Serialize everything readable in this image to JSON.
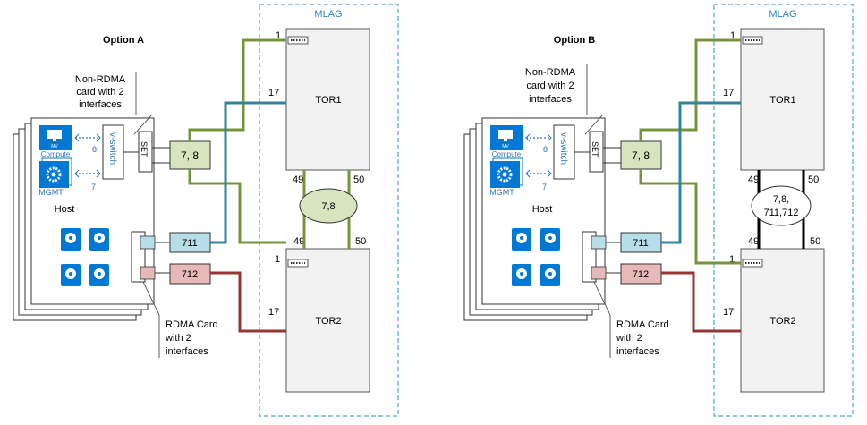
{
  "diagrams": [
    {
      "title": "Option A",
      "mlag_label": "MLAG",
      "tor1": "TOR1",
      "tor2": "TOR2",
      "tor1_ports": {
        "top": "1",
        "mid": "17",
        "bl": "49",
        "br": "50"
      },
      "tor2_ports": {
        "tl": "49",
        "tr": "50",
        "top": "1",
        "mid": "17"
      },
      "peer_link_label": "7,8",
      "non_rdma_label": [
        "Non-RDMA",
        "card with 2",
        "interfaces"
      ],
      "rdma_label": [
        "RDMA Card",
        "with 2",
        "interfaces"
      ],
      "set_label": "SET",
      "vswitch_label": "v-switch",
      "compute_label": "Compute",
      "vm_label": "MV",
      "mgmt_label": "MGMT",
      "vlan8": "8",
      "vlan7": "7",
      "host_label": "Host",
      "box78": "7, 8",
      "box711": "711",
      "box712": "712"
    },
    {
      "title": "Option B",
      "mlag_label": "MLAG",
      "tor1": "TOR1",
      "tor2": "TOR2",
      "tor1_ports": {
        "top": "1",
        "mid": "17",
        "bl": "49",
        "br": "50"
      },
      "tor2_ports": {
        "tl": "49",
        "tr": "50",
        "top": "1",
        "mid": "17"
      },
      "peer_link_label": [
        "7,8,",
        "711,712"
      ],
      "non_rdma_label": [
        "Non-RDMA",
        "card with 2",
        "interfaces"
      ],
      "rdma_label": [
        "RDMA Card",
        "with 2",
        "interfaces"
      ],
      "set_label": "SET",
      "vswitch_label": "v-switch",
      "compute_label": "Compute",
      "vm_label": "MV",
      "mgmt_label": "MGMT",
      "vlan8": "8",
      "vlan7": "7",
      "host_label": "Host",
      "box78": "7, 8",
      "box711": "711",
      "box712": "712"
    }
  ],
  "colors": {
    "green": "#77933C",
    "teal": "#31849B",
    "red": "#943634",
    "mlag_border": "#4BACC6",
    "tor_fill": "#F2F2F2",
    "box78_fill": "#D7E4BD",
    "box711_fill": "#B7DDE8",
    "box712_fill": "#E6B9B8",
    "ellipse_fill": "#D7E4BD",
    "icon_blue": "#0078D4"
  }
}
